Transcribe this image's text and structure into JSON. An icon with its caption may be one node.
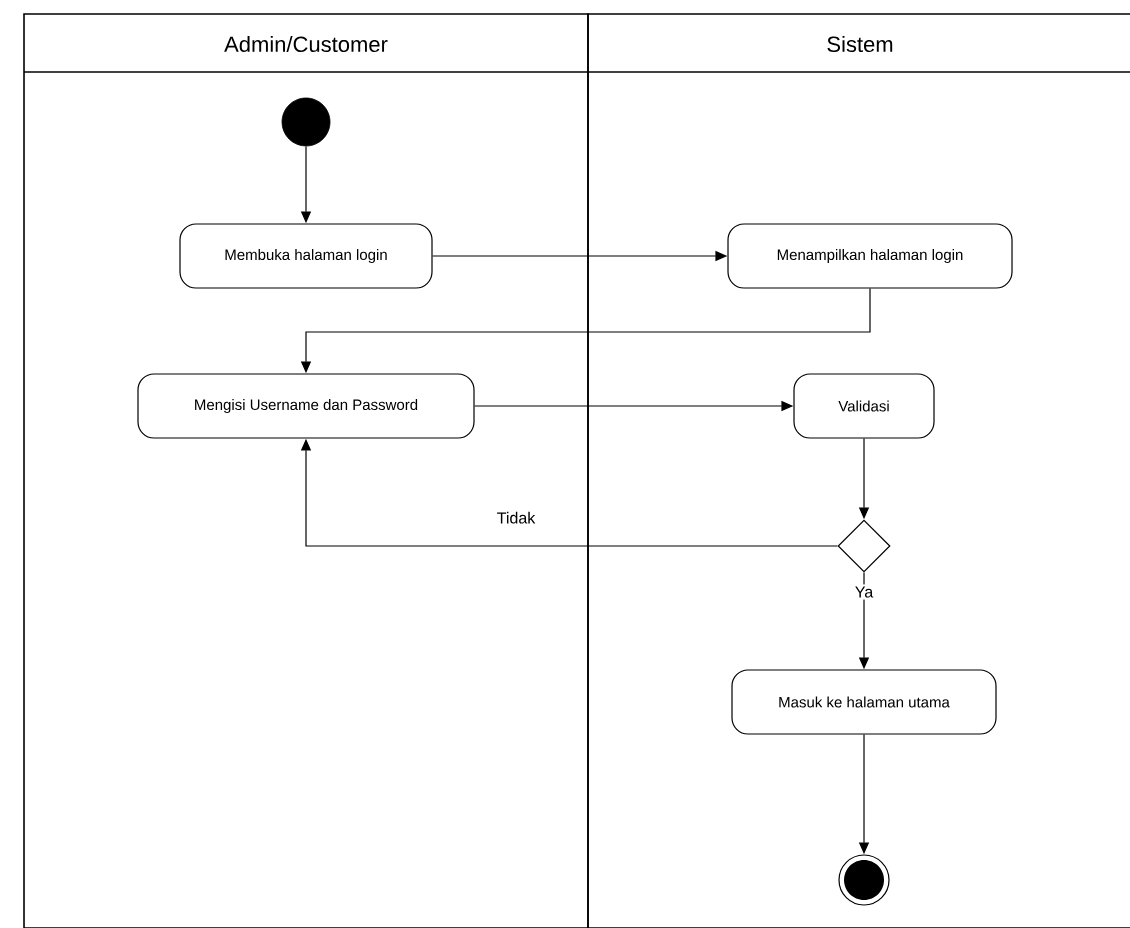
{
  "diagram": {
    "nodes": [
      {
        "text": [
          "Admin/Customer"
        ]
      },
      {
        "text": [
          "Sistem"
        ]
      },
      {
        "text": [],
        "shape": "circle",
        "in": 0
      },
      {
        "text": [
          "Membuka halaman login"
        ],
        "in": 0
      },
      {
        "text": [
          "Menampilkan halaman login"
        ],
        "in": 1
      },
      {
        "text": [
          "Mengisi Username dan Password"
        ],
        "in": 0
      },
      {
        "text": [
          "Validasi"
        ],
        "in": 1
      },
      {
        "text": [],
        "shape": "diamond",
        "in": 1
      },
      {
        "text": [
          "Masuk ke halaman utama"
        ],
        "in": 1
      },
      {
        "text": [],
        "shape": "bullseye",
        "in": 1
      }
    ],
    "edges": [
      {
        "from": 2,
        "to": 3,
        "arrow": "to"
      },
      {
        "from": 3,
        "to": 4,
        "arrow": "to"
      },
      {
        "from": 4,
        "to": 5,
        "arrow": "to"
      },
      {
        "from": 5,
        "to": 6,
        "arrow": "to"
      },
      {
        "from": 6,
        "to": 7,
        "arrow": "to"
      },
      {
        "from": 7,
        "to": 5,
        "arrow": "to",
        "label": "Tidak"
      },
      {
        "from": 7,
        "to": 8,
        "arrow": "to",
        "label": "Ya"
      },
      {
        "from": 8,
        "to": 9,
        "arrow": "to"
      }
    ]
  }
}
